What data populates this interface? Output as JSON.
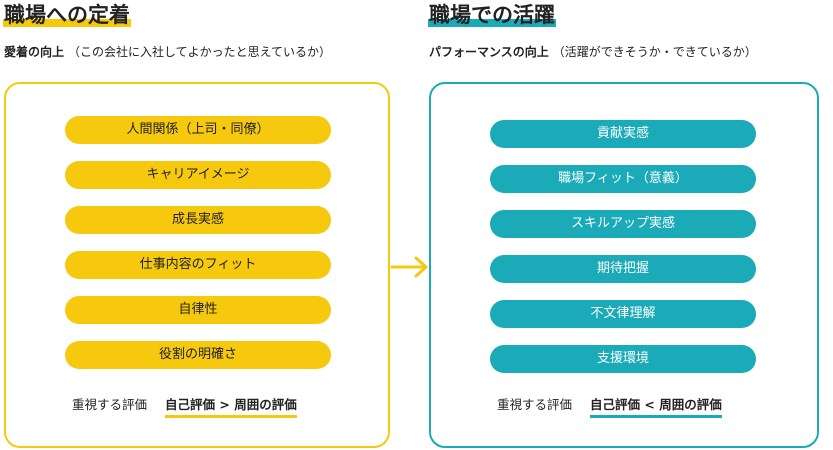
{
  "left": {
    "heading": "職場への定着",
    "subtitle_bold": "愛着の向上",
    "subtitle_paren": "（この会社に入社してよかったと思えているか）",
    "items": [
      "人間関係（上司・同僚）",
      "キャリアイメージ",
      "成長実感",
      "仕事内容のフィット",
      "自律性",
      "役割の明確さ"
    ],
    "eval_label": "重視する評価",
    "eval_value": "自己評価 > 周囲の評価"
  },
  "right": {
    "heading": "職場での活躍",
    "subtitle_bold": "パフォーマンスの向上",
    "subtitle_paren": "（活躍ができそうか・できているか）",
    "items": [
      "貢献実感",
      "職場フィット（意義）",
      "スキルアップ実感",
      "期待把握",
      "不文律理解",
      "支援環境"
    ],
    "eval_label": "重視する評価",
    "eval_value": "自己評価 < 周囲の評価"
  },
  "colors": {
    "yellow": "#F6C90E",
    "teal": "#1AAAB8"
  },
  "icons": {
    "connector": "arrow-right-icon"
  }
}
